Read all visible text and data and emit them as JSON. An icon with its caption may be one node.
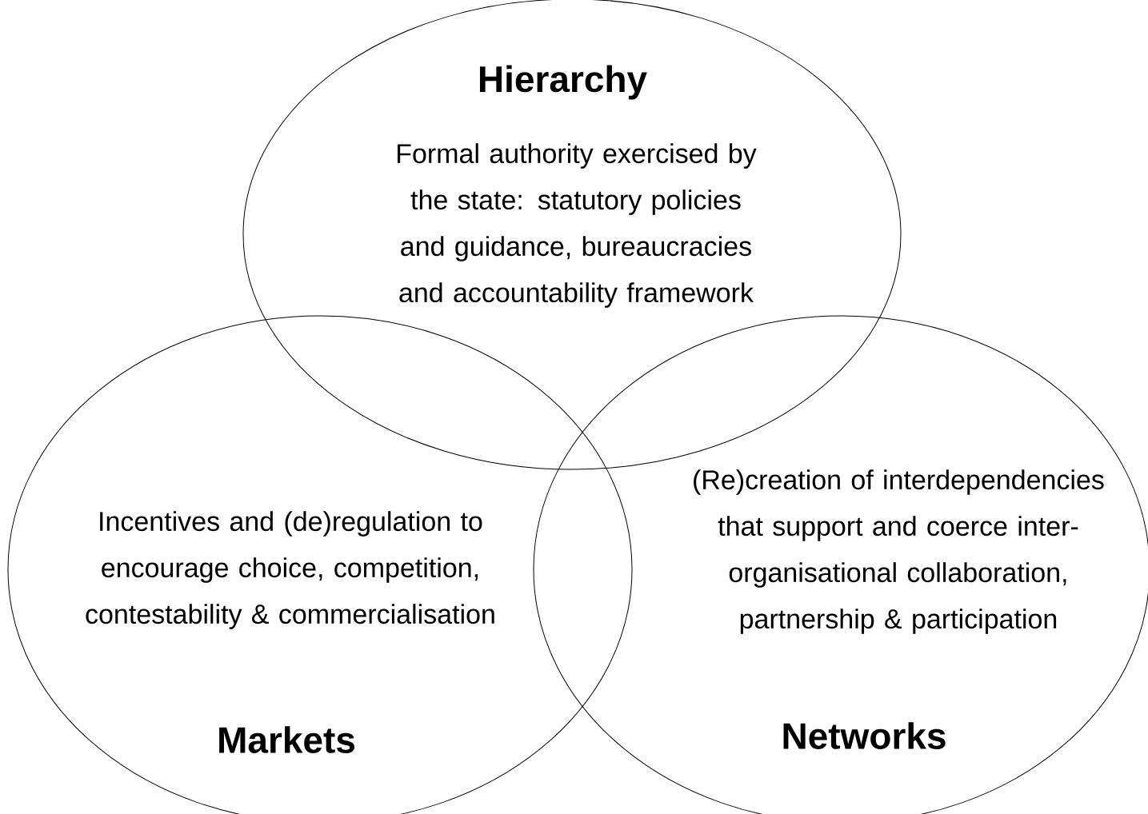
{
  "diagram": {
    "nodes": [
      {
        "text": [
          "Hierarchy",
          "Formal authority exercised by the state: statutory policies and guidance, bureaucracies and accountability framework"
        ]
      },
      {
        "text": [
          "Incentives and (de)regulation to encourage choice, competition, contestability & commercialisation",
          "Markets"
        ]
      },
      {
        "text": [
          "(Re)creation of interdependencies that support and coerce inter-organisational collaboration, partnership & participation",
          "Networks"
        ]
      }
    ]
  }
}
